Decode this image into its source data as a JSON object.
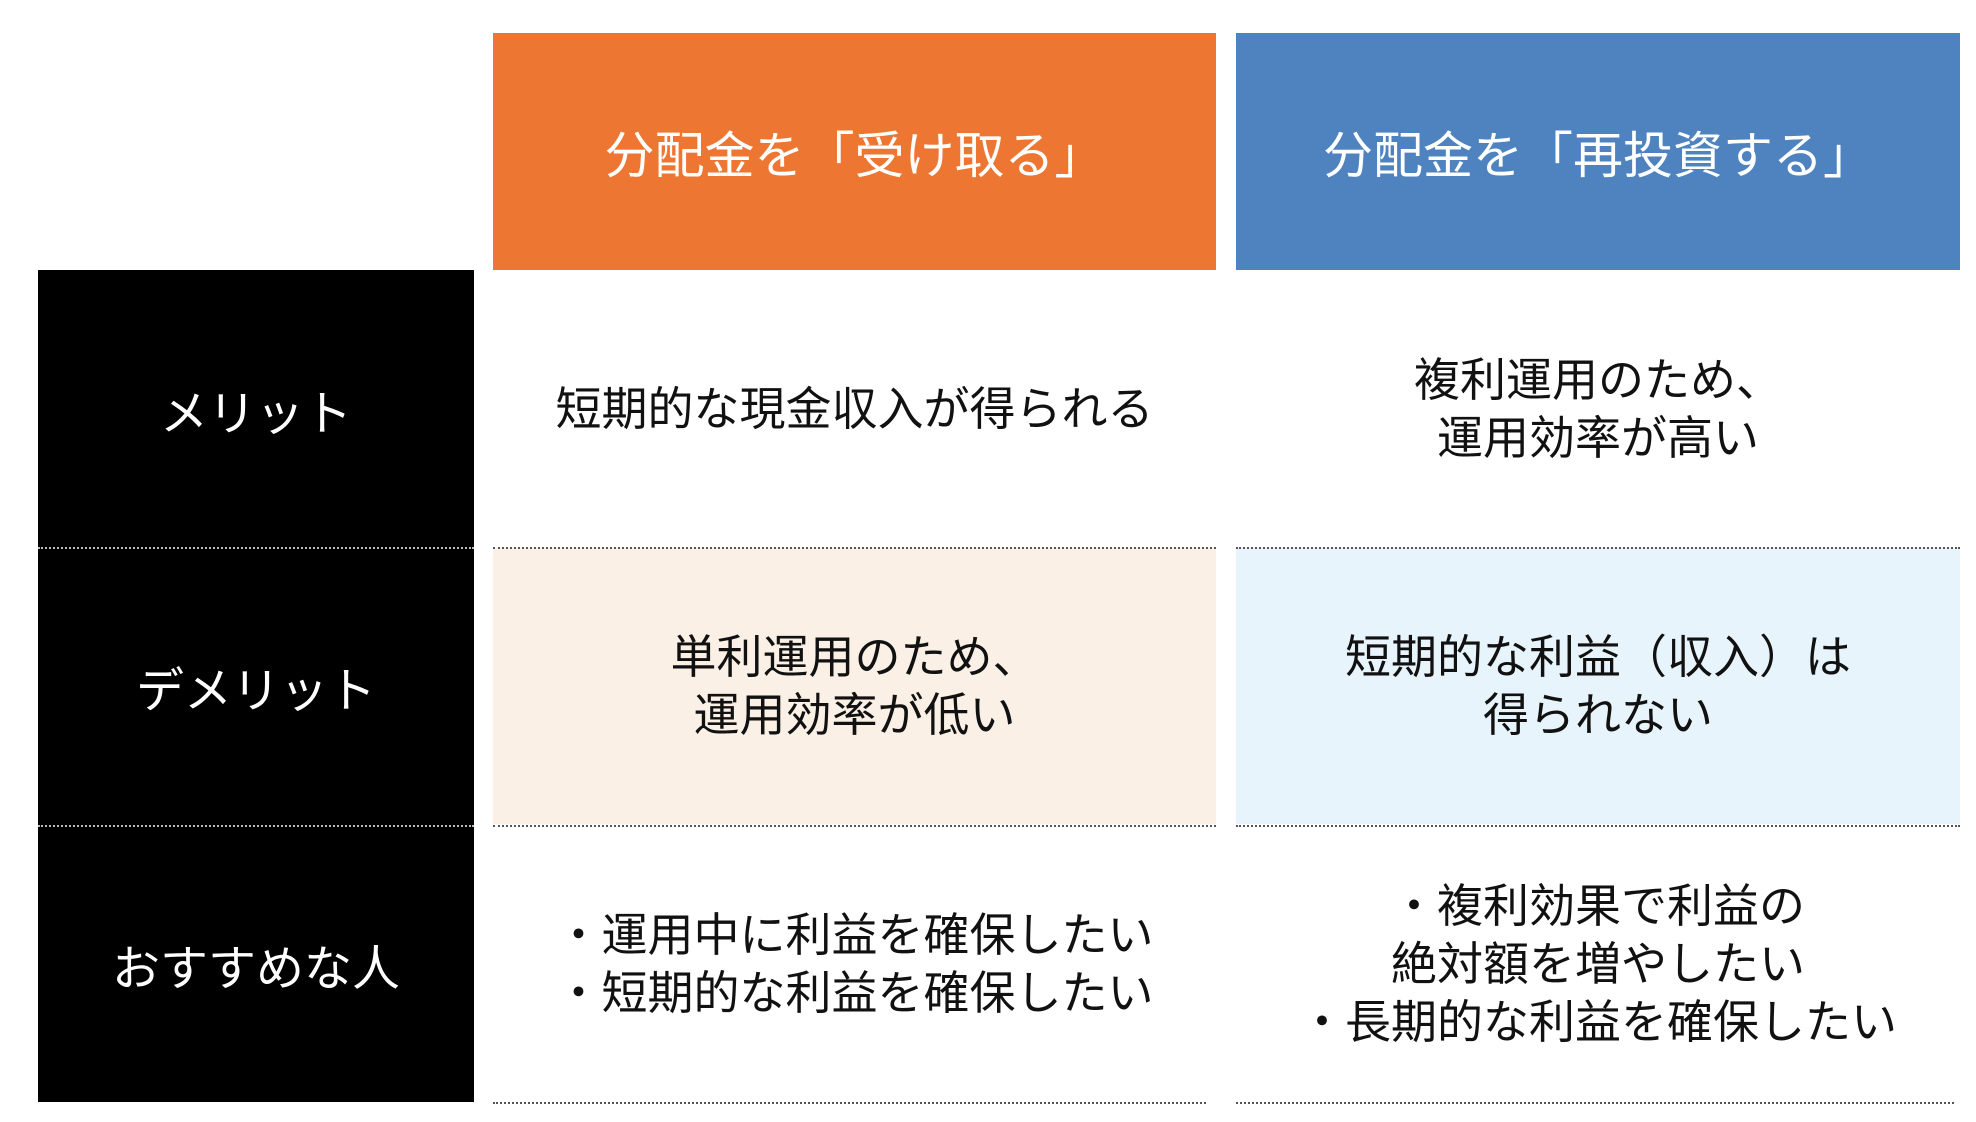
{
  "colors": {
    "receive": "#ED7732",
    "reinvest": "#4F83C0",
    "label_bg": "#000000",
    "demerit_receive_bg": "#FAF0E6",
    "demerit_reinvest_bg": "#E8F4FB"
  },
  "headers": {
    "receive": "分配金を「受け取る」",
    "reinvest": "分配金を「再投資する」"
  },
  "rows": [
    {
      "label": "メリット",
      "receive": "短期的な現金収入が得られる",
      "reinvest": "複利運用のため、\n運用効率が高い"
    },
    {
      "label": "デメリット",
      "receive": "単利運用のため、\n運用効率が低い",
      "reinvest": "短期的な利益（収入）は\n得られない"
    },
    {
      "label": "おすすめな人",
      "receive": "・運用中に利益を確保したい\n・短期的な利益を確保したい",
      "reinvest": "・複利効果で利益の\n絶対額を増やしたい\n・長期的な利益を確保したい"
    }
  ]
}
